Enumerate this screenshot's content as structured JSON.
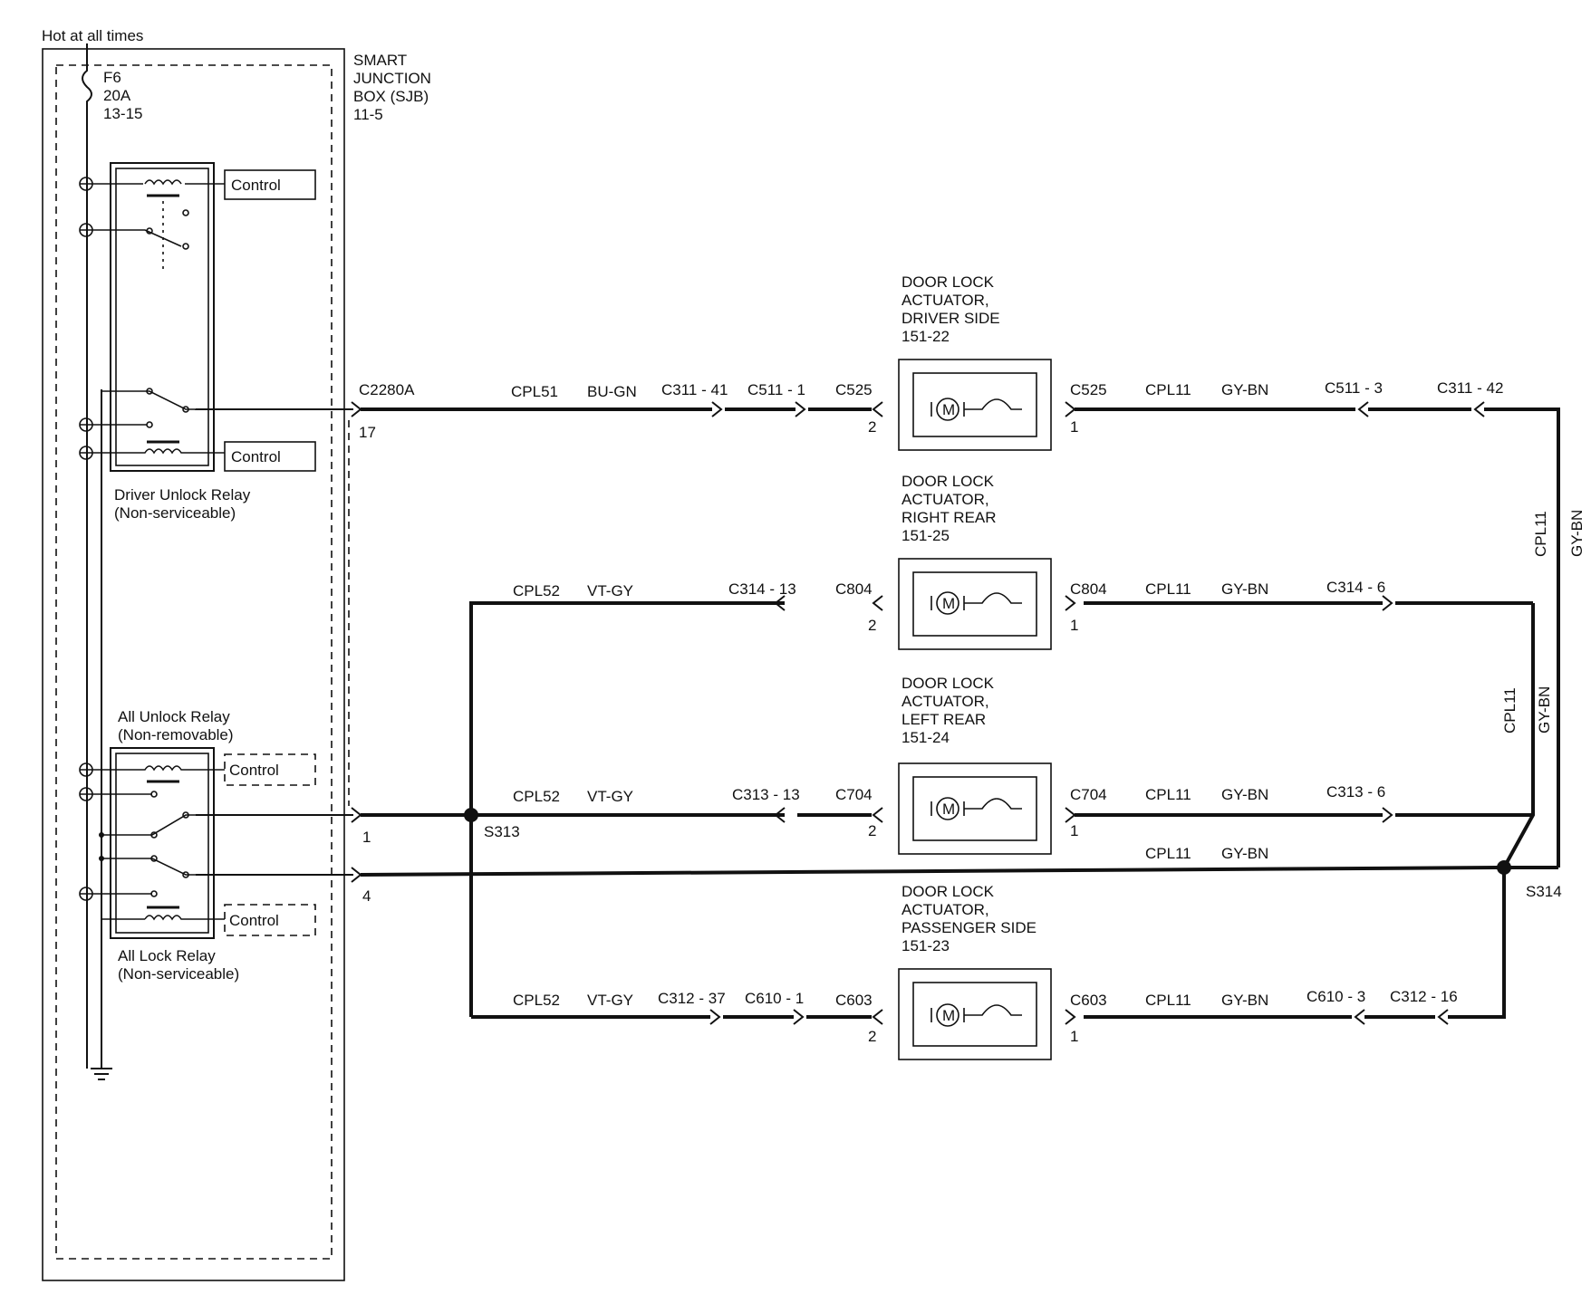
{
  "supply": {
    "hot_label": "Hot at all times"
  },
  "fuse": {
    "name": "F6",
    "rating": "20A",
    "page": "13-15"
  },
  "sjb": {
    "line1": "SMART",
    "line2": "JUNCTION",
    "line3": "BOX (SJB)",
    "line4": "11-5"
  },
  "relays": {
    "control_label": "Control",
    "driver_unlock": {
      "line1": "Driver Unlock Relay",
      "line2": "(Non-serviceable)"
    },
    "all_unlock": {
      "line1": "All Unlock Relay",
      "line2": "(Non-removable)"
    },
    "all_lock": {
      "line1": "All Lock Relay",
      "line2": "(Non-serviceable)"
    }
  },
  "sjb_connector": {
    "name": "C2280A",
    "pin_17": "17",
    "pin_1": "1",
    "pin_4": "4"
  },
  "actuators": {
    "driver": {
      "line1": "DOOR LOCK",
      "line2": "ACTUATOR,",
      "line3": "DRIVER SIDE",
      "page": "151-22",
      "conn": "C525",
      "pin_left": "2",
      "pin_right": "1"
    },
    "right_rear": {
      "line1": "DOOR LOCK",
      "line2": "ACTUATOR,",
      "line3": "RIGHT REAR",
      "page": "151-25",
      "conn": "C804",
      "pin_left": "2",
      "pin_right": "1"
    },
    "left_rear": {
      "line1": "DOOR LOCK",
      "line2": "ACTUATOR,",
      "line3": "LEFT REAR",
      "page": "151-24",
      "conn": "C704",
      "pin_left": "2",
      "pin_right": "1"
    },
    "passenger": {
      "line1": "DOOR LOCK",
      "line2": "ACTUATOR,",
      "line3": "PASSENGER SIDE",
      "page": "151-23",
      "conn": "C603",
      "pin_left": "2",
      "pin_right": "1"
    },
    "motor_symbol": "M"
  },
  "circuits": {
    "cpl51": "CPL51",
    "bu_gn": "BU-GN",
    "cpl52": "CPL52",
    "vt_gy": "VT-GY",
    "cpl11": "CPL11",
    "gy_bn": "GY-BN"
  },
  "connectors": {
    "c311_41": "C311 - 41",
    "c511_1": "C511 - 1",
    "c511_3": "C511 - 3",
    "c311_42": "C311 - 42",
    "c314_13": "C314 - 13",
    "c314_6": "C314 - 6",
    "c313_13": "C313 - 13",
    "c313_6": "C313 - 6",
    "c312_37": "C312 - 37",
    "c610_1": "C610 - 1",
    "c610_3": "C610 - 3",
    "c312_16": "C312 - 16"
  },
  "splices": {
    "s313": "S313",
    "s314": "S314"
  }
}
